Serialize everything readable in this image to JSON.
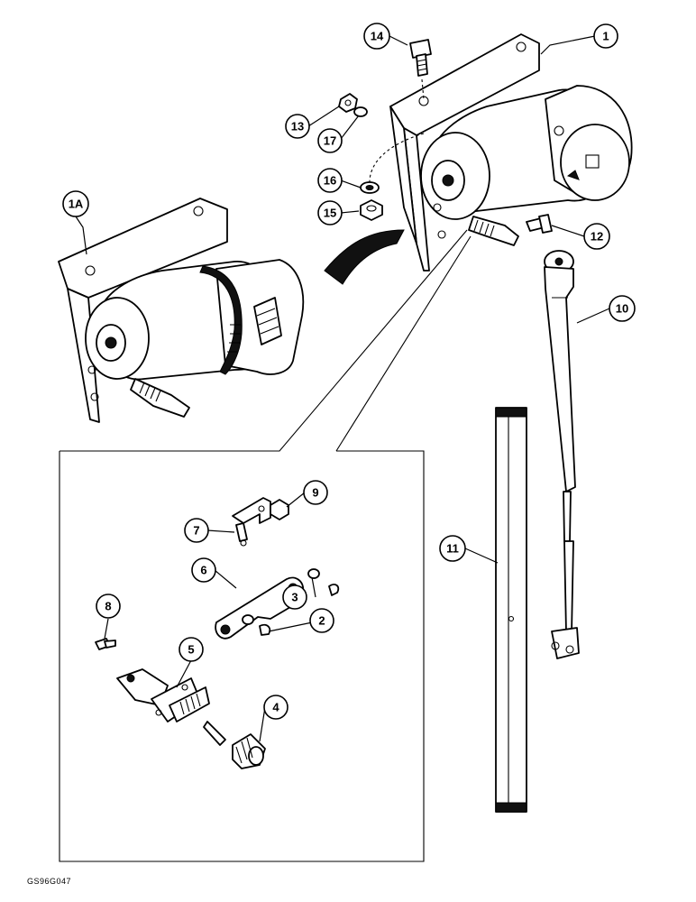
{
  "figure_ref": "GS96G047",
  "callouts": [
    {
      "label": "1"
    },
    {
      "label": "1A"
    },
    {
      "label": "2"
    },
    {
      "label": "3"
    },
    {
      "label": "4"
    },
    {
      "label": "5"
    },
    {
      "label": "6"
    },
    {
      "label": "7"
    },
    {
      "label": "8"
    },
    {
      "label": "9"
    },
    {
      "label": "10"
    },
    {
      "label": "11"
    },
    {
      "label": "12"
    },
    {
      "label": "13"
    },
    {
      "label": "14"
    },
    {
      "label": "15"
    },
    {
      "label": "16"
    },
    {
      "label": "17"
    }
  ]
}
